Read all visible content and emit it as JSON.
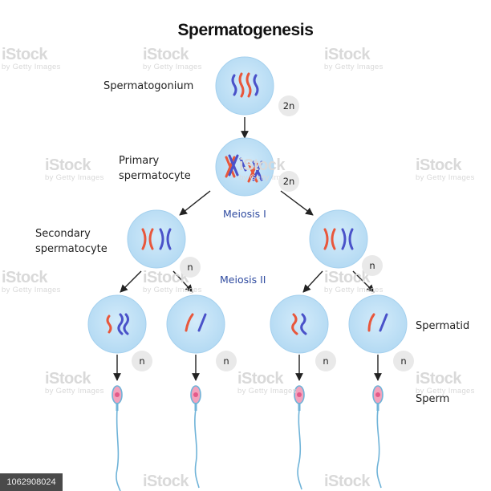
{
  "title": "Spermatogenesis",
  "labels": {
    "spermatogonium": "Spermatogonium",
    "primary_line1": "Primary",
    "primary_line2": "spermatocyte",
    "secondary_line1": "Secondary",
    "secondary_line2": "spermatocyte",
    "spermatid": "Spermatid",
    "sperm": "Sperm"
  },
  "phases": {
    "meiosis1": "Meiosis I",
    "meiosis2": "Meiosis II"
  },
  "ploidy": {
    "diploid": "2n",
    "haploid": "n"
  },
  "watermark": {
    "brand": "iStock",
    "by": "by Getty Images"
  },
  "stock_id": "1062908024",
  "colors": {
    "cell_fill": "#bfe0f6",
    "cell_stroke": "#9fcdec",
    "red_chromosome": "#e8573c",
    "blue_chromosome": "#4a52c9",
    "phase_text": "#2f4ba0",
    "sperm_head": "#f2a3bd",
    "sperm_tail": "#6fb3d8"
  }
}
